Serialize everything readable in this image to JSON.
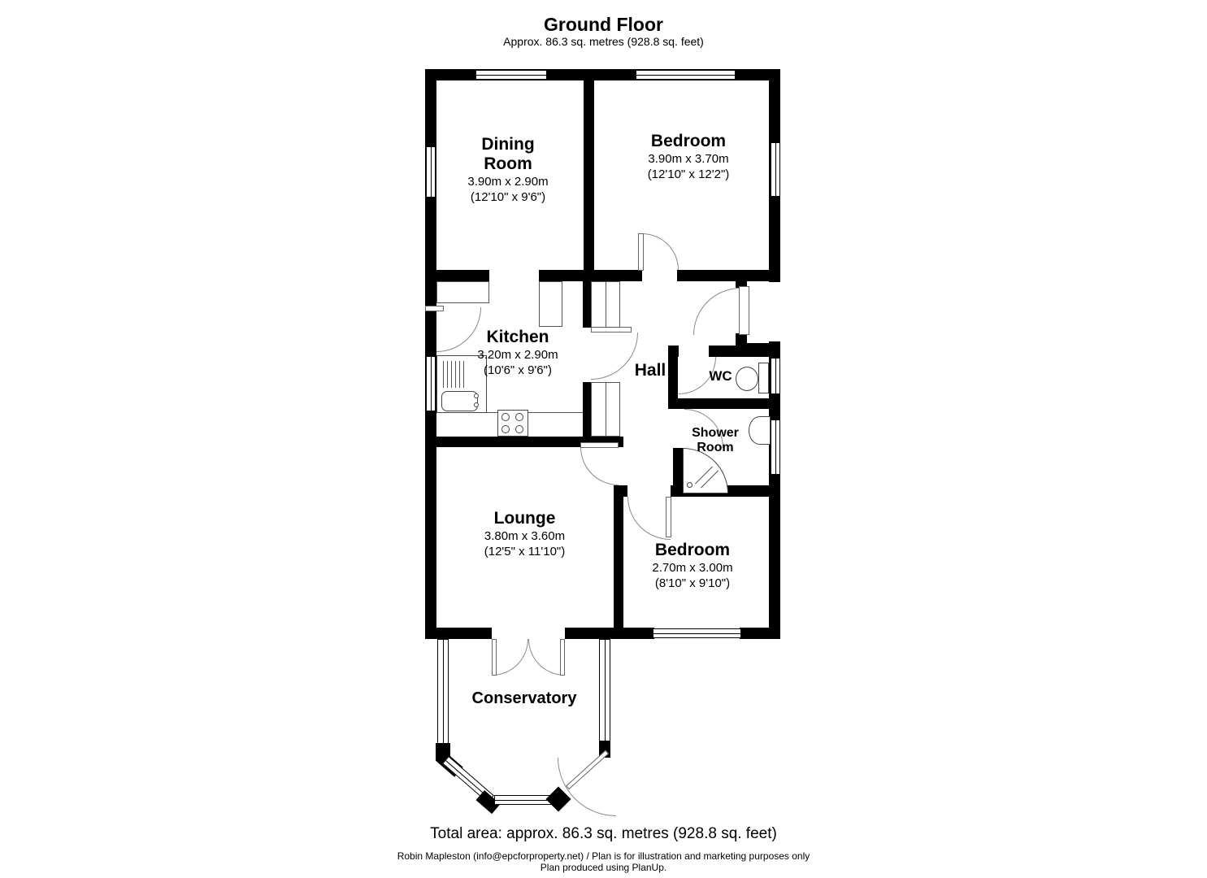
{
  "header": {
    "title": "Ground Floor",
    "subtitle": "Approx. 86.3 sq. metres (928.8 sq. feet)"
  },
  "rooms": {
    "dining_room": {
      "name": "Dining Room",
      "metric": "3.90m x 2.90m",
      "imperial": "(12'10\" x 9'6\")"
    },
    "bedroom_1": {
      "name": "Bedroom",
      "metric": "3.90m x 3.70m",
      "imperial": "(12'10\" x 12'2\")"
    },
    "kitchen": {
      "name": "Kitchen",
      "metric": "3.20m x 2.90m",
      "imperial": "(10'6\" x 9'6\")"
    },
    "hall": {
      "name": "Hall"
    },
    "wc": {
      "name": "WC"
    },
    "shower_room": {
      "name": "Shower Room"
    },
    "lounge": {
      "name": "Lounge",
      "metric": "3.80m x 3.60m",
      "imperial": "(12'5\" x 11'10\")"
    },
    "bedroom_2": {
      "name": "Bedroom",
      "metric": "2.70m x 3.00m",
      "imperial": "(8'10\" x 9'10\")"
    },
    "conservatory": {
      "name": "Conservatory"
    }
  },
  "footer": {
    "total_area": "Total area: approx. 86.3 sq. metres (928.8 sq. feet)",
    "credit": "Robin Mapleston (info@epcforproperty.net) / Plan is for illustration and marketing purposes only",
    "produced_by": "Plan produced using PlanUp."
  },
  "colors": {
    "wall": "#000000",
    "door_arc": "#8a8a8a",
    "fixture_line": "#444444"
  }
}
